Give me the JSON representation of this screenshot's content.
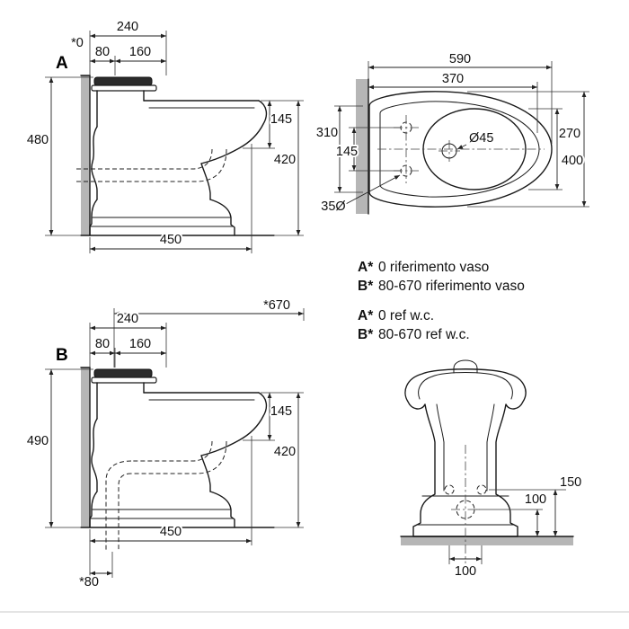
{
  "side_view_a": {
    "label": "A",
    "ref_zero": "*0",
    "dim_width_back": "240",
    "dim_80": "80",
    "dim_160": "160",
    "dim_height_total": "480",
    "dim_rim_band": "145",
    "dim_rim_height": "420",
    "dim_depth": "450"
  },
  "plan_view": {
    "dim_depth_total": "590",
    "dim_370": "370",
    "dim_310": "310",
    "dim_hole_spacing": "145",
    "dim_drain": "Ø45",
    "dim_bowl_width": "270",
    "dim_width_total": "400",
    "dim_tap_holes": "35Ø"
  },
  "notes": {
    "line1_prefix": "A*",
    "line1_text": "0 riferimento vaso",
    "line2_prefix": "B*",
    "line2_text": "80-670 riferimento vaso",
    "line3_prefix": "A*",
    "line3_text": "0  ref w.c.",
    "line4_prefix": "B*",
    "line4_text": "80-670 ref w.c."
  },
  "side_view_b": {
    "label": "B",
    "ref_670": "*670",
    "ref_80": "*80",
    "dim_width_back": "240",
    "dim_80": "80",
    "dim_160": "160",
    "dim_height_total": "490",
    "dim_rim_band": "145",
    "dim_rim_height": "420",
    "dim_depth": "450"
  },
  "front_view": {
    "dim_drain_height": "150",
    "dim_100_height": "100",
    "dim_100_spacing": "100"
  },
  "colors": {
    "line": "#1a1a1a",
    "dim_line": "#222222",
    "wall_fill": "#b6b6b6",
    "divider": "#dcdcdc"
  }
}
